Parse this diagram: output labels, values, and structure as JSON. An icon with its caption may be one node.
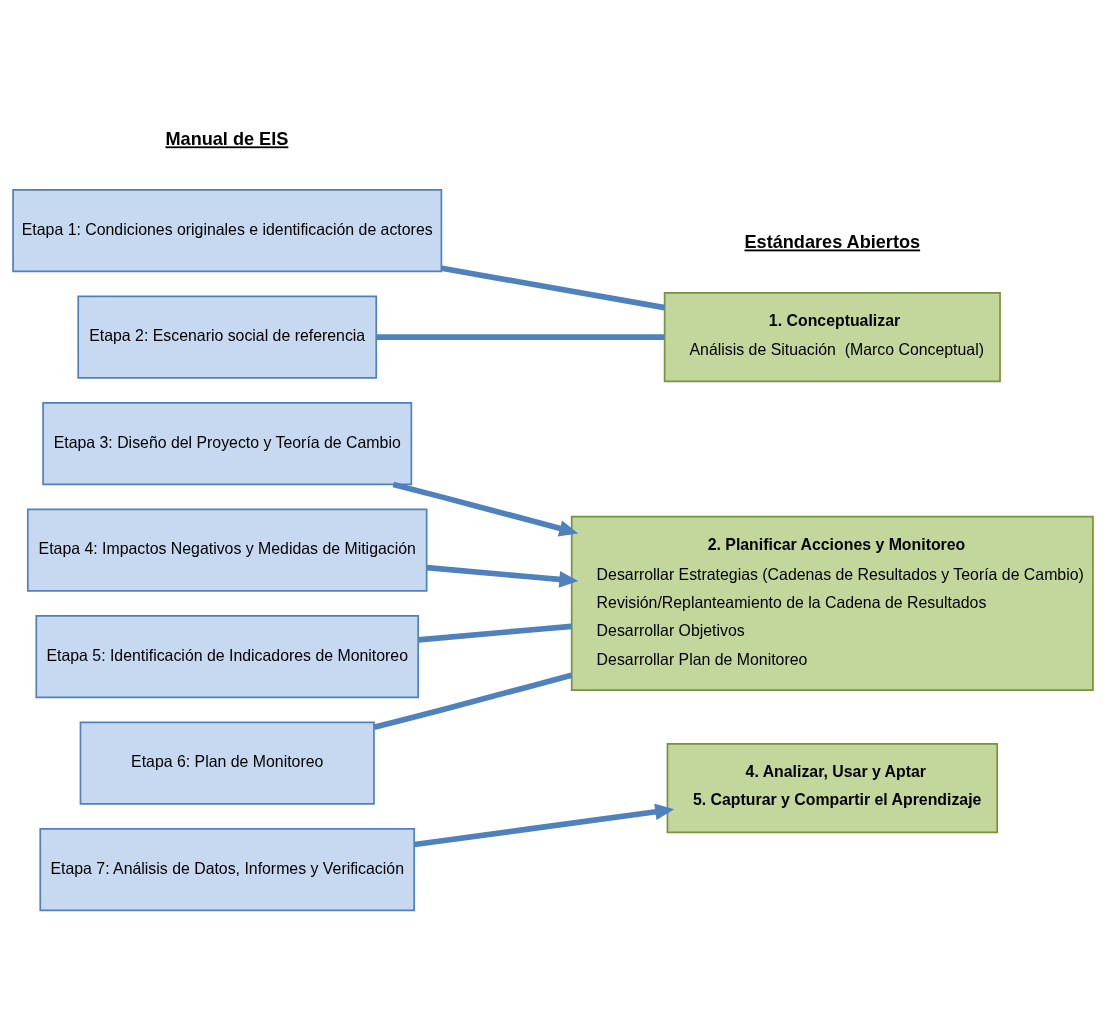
{
  "diagram": {
    "nodes": [
      {
        "text": [
          "Etapa 1: Condiciones originales e identificación de actores"
        ]
      },
      {
        "text": [
          "Etapa 2: Escenario social de referencia"
        ]
      },
      {
        "text": [
          "Etapa 3: Diseño del Proyecto y Teoría de Cambio"
        ]
      },
      {
        "text": [
          "Etapa 4: Impactos Negativos y Medidas de Mitigación"
        ]
      },
      {
        "text": [
          "Etapa 5: Identificación de Indicadores de Monitoreo"
        ]
      },
      {
        "text": [
          "Etapa 6: Plan de Monitoreo"
        ]
      },
      {
        "text": [
          "Etapa 7: Análisis de Datos, Informes y Verificación"
        ]
      },
      {
        "text": [
          "1. Conceptualizar",
          "Análisis de Situación  (Marco Conceptual)"
        ]
      },
      {
        "text": [
          "2. Planificar Acciones y Monitoreo",
          "Desarrollar Estrategias (Cadenas de Resultados y Teoría de Cambio)",
          "Revisión/Replanteamiento de la Cadena de Resultados",
          "Desarrollar Objetivos",
          "Desarrollar Plan de Monitoreo"
        ]
      },
      {
        "text": [
          "4. Analizar, Usar y Aptar",
          "5. Capturar y Compartir el Aprendizaje"
        ]
      }
    ],
    "edges": [
      {
        "from": 0,
        "to": 7,
        "arrow": "none"
      },
      {
        "from": 1,
        "to": 7,
        "arrow": "none"
      },
      {
        "from": 2,
        "to": 8,
        "arrow": "to"
      },
      {
        "from": 3,
        "to": 8,
        "arrow": "to"
      },
      {
        "from": 4,
        "to": 8,
        "arrow": "none"
      },
      {
        "from": 5,
        "to": 8,
        "arrow": "none"
      },
      {
        "from": 6,
        "to": 9,
        "arrow": "to"
      }
    ],
    "labels": [
      "Manual de EIS",
      "Estándares Abiertos"
    ]
  }
}
